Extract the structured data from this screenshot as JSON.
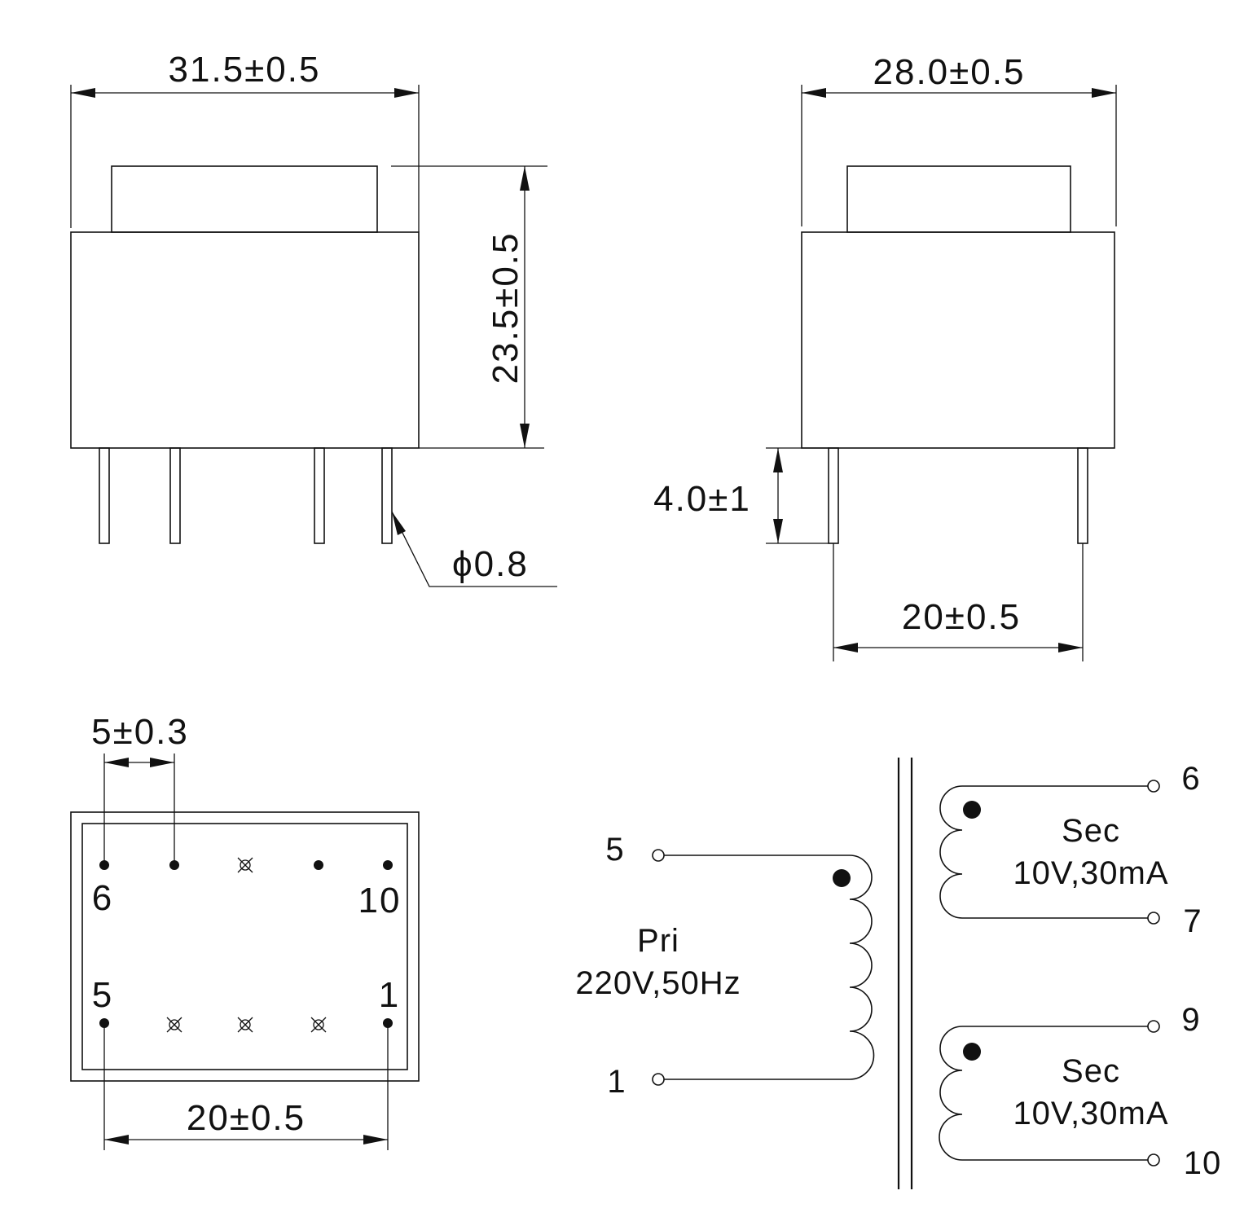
{
  "front_view": {
    "width_dim": "31.5±0.5",
    "height_dim": "23.5±0.5",
    "pin_diameter": "ϕ0.8"
  },
  "side_view": {
    "width_dim": "28.0±0.5",
    "pin_length_dim": "4.0±1",
    "pin_spacing_dim": "20±0.5"
  },
  "bottom_view": {
    "pitch_dim": "5±0.3",
    "span_dim": "20±0.5",
    "pin_labels": {
      "p6": "6",
      "p10": "10",
      "p5": "5",
      "p1": "1"
    }
  },
  "schematic": {
    "primary": {
      "label": "Pri",
      "rating": "220V,50Hz",
      "pin_top": "5",
      "pin_bottom": "1"
    },
    "secondary_1": {
      "label": "Sec",
      "rating": "10V,30mA",
      "pin_top": "6",
      "pin_bottom": "7"
    },
    "secondary_2": {
      "label": "Sec",
      "rating": "10V,30mA",
      "pin_top": "9",
      "pin_bottom": "10"
    }
  }
}
